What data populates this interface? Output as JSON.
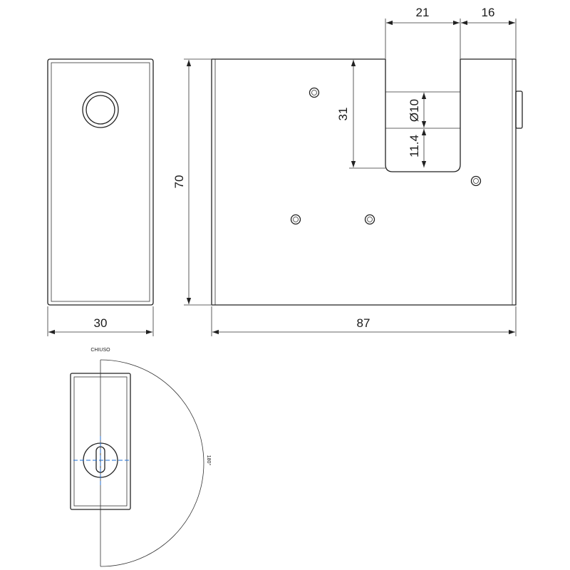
{
  "dimensions": {
    "top_width_21": "21",
    "top_width_16": "16",
    "height_70": "70",
    "height_31": "31",
    "diameter_10": "Ø10",
    "depth_11_4": "11.4",
    "width_30": "30",
    "width_87": "87"
  },
  "key_view": {
    "closed_label": "CHIUSO",
    "rotation_label": "180°"
  },
  "colors": {
    "line": "#222222",
    "centerline": "#1f6fd6"
  }
}
